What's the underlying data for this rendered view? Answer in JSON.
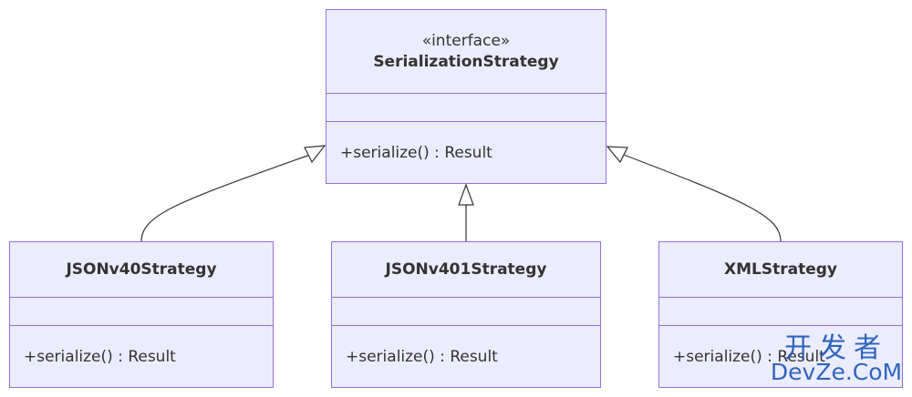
{
  "diagram": {
    "colors": {
      "box_fill": "#ececff",
      "box_border": "#9370db",
      "edge": "#333333",
      "text": "#333333",
      "watermark": "#1e5bb8"
    },
    "root": {
      "stereotype": "«interface»",
      "name": "SerializationStrategy",
      "method": "+serialize() : Result"
    },
    "children": [
      {
        "name": "JSONv40Strategy",
        "method": "+serialize() : Result"
      },
      {
        "name": "JSONv401Strategy",
        "method": "+serialize() : Result"
      },
      {
        "name": "XMLStrategy",
        "method": "+serialize() : Result"
      }
    ],
    "relations": [
      {
        "from": "JSONv40Strategy",
        "to": "SerializationStrategy",
        "type": "realization"
      },
      {
        "from": "JSONv401Strategy",
        "to": "SerializationStrategy",
        "type": "realization"
      },
      {
        "from": "XMLStrategy",
        "to": "SerializationStrategy",
        "type": "realization"
      }
    ]
  },
  "watermark": {
    "chinese": "开发者",
    "domain": "DevZe.CoM"
  }
}
